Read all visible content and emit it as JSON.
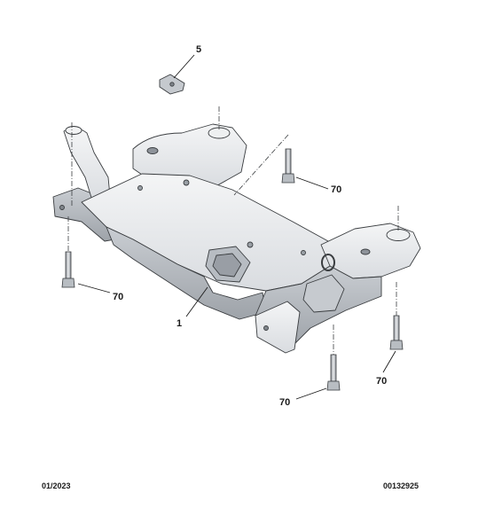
{
  "diagram": {
    "callouts": [
      {
        "id": "part-5",
        "label": "5"
      },
      {
        "id": "part-1",
        "label": "1"
      },
      {
        "id": "bolt-left",
        "label": "70"
      },
      {
        "id": "bolt-rear",
        "label": "70"
      },
      {
        "id": "bolt-front",
        "label": "70"
      },
      {
        "id": "bolt-right",
        "label": "70"
      }
    ]
  },
  "footer": {
    "date": "01/2023",
    "reference": "00132925"
  },
  "colors": {
    "metal_light": "#eceeef",
    "metal_mid": "#d4d8dc",
    "metal_dark": "#a9aeb4",
    "outline": "#3a3d40",
    "text": "#1a1a1a"
  }
}
